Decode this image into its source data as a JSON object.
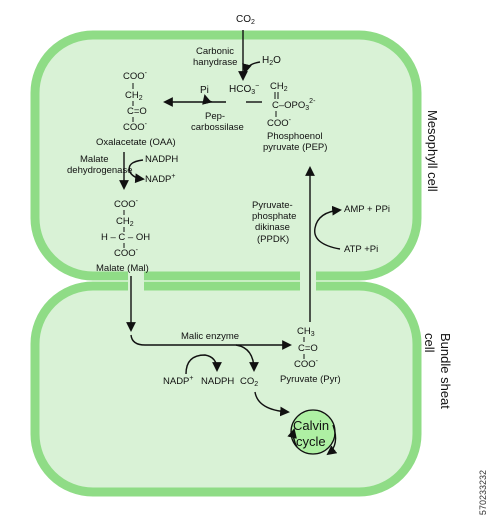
{
  "cells": {
    "mesophyll_label": "Mesophyll cell",
    "bundle_label": "Bundle sheat",
    "bundle_label_2": "cell"
  },
  "top": {
    "co2": "CO",
    "co2_sub": "2",
    "carbonic_1": "Carbonic",
    "carbonic_2": "hanydrase",
    "h2o": "H",
    "h2o_sub": "2",
    "h2o_end": "O",
    "pi": "Pi",
    "hco3": "HCO",
    "hco3_sub": "3",
    "hco3_sup": "−",
    "pepc_1": "Pep-",
    "pepc_2": "carbossilase"
  },
  "oaa": {
    "l1": "COO",
    "l1_sup": "-",
    "l2": "CH",
    "l2_sub": "2",
    "l3": "C=O",
    "l4": "COO",
    "l4_sup": "-",
    "name": "Oxalacetate (OAA)"
  },
  "pep": {
    "l1": "CH",
    "l1_sub": "2",
    "l2": "C–OPO",
    "l2_sub": "3",
    "l2_sup": "2-",
    "l3": "COO",
    "l3_sup": "-",
    "name_1": "Phosphoenol",
    "name_2": "pyruvate (PEP)"
  },
  "mdh": {
    "name_1": "Malate",
    "name_2": "dehydrogenase",
    "nadph": "NADPH",
    "nadp": "NADP",
    "nadp_sup": "+"
  },
  "malate": {
    "l1": "COO",
    "l1_sup": "-",
    "l2": "CH",
    "l2_sub": "2",
    "l3": "H – C – OH",
    "l4": "COO",
    "l4_sup": "-",
    "name": "Malate (Mal)"
  },
  "ppdk": {
    "name_1": "Pyruvate-",
    "name_2": "phosphate",
    "name_3": "dikinase",
    "name_4": "(PPDK)",
    "amp": "AMP + PPi",
    "atp": "ATP +Pi"
  },
  "bundle": {
    "malic": "Malic enzyme",
    "nadp": "NADP",
    "nadp_sup": "+",
    "nadph": "NADPH",
    "co2": "CO",
    "co2_sub": "2",
    "calvin_1": "Calvin",
    "calvin_2": "cycle"
  },
  "pyr": {
    "l1": "CH",
    "l1_sub": "3",
    "l2": "C=O",
    "l3": "COO",
    "l3_sup": "-",
    "name": "Pyruvate (Pyr)"
  },
  "watermark": "570233232"
}
